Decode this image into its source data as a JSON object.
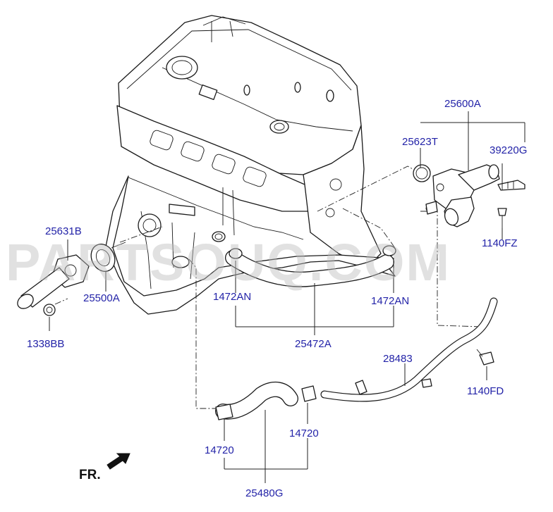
{
  "diagram": {
    "watermark": "PARTSOUQ.COM",
    "direction_marker": "FR.",
    "labels": {
      "l25600A": "25600A",
      "l25623T": "25623T",
      "l39220G": "39220G",
      "l25631B": "25631B",
      "l25500A": "25500A",
      "l1338BB": "1338BB",
      "l1140FZ": "1140FZ",
      "l1472AN_left": "1472AN",
      "l1472AN_right": "1472AN",
      "l25472A": "25472A",
      "l28483": "28483",
      "l1140FD": "1140FD",
      "l14720_left": "14720",
      "l14720_right": "14720",
      "l25480G": "25480G"
    }
  }
}
